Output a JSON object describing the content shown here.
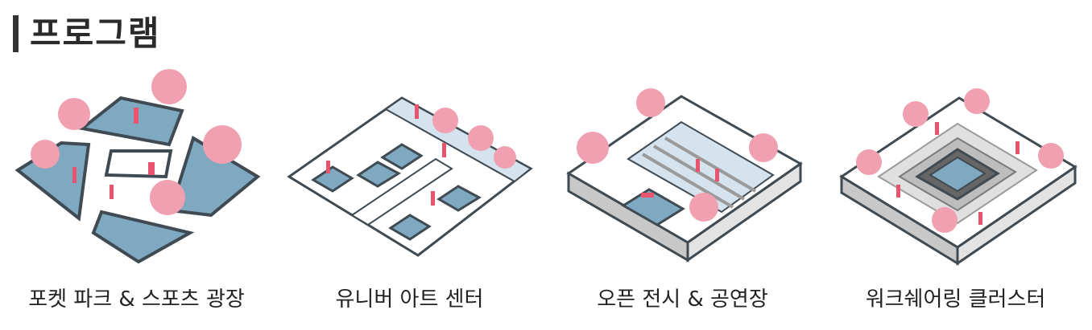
{
  "header": {
    "title": "프로그램"
  },
  "colors": {
    "accent_pink": "#e8546e",
    "tree_pink": "#f0a0b0",
    "water_blue": "#7fa9c0",
    "light_blue": "#d4e3ee",
    "outline": "#3f4a52",
    "gray_dark": "#666666",
    "gray_mid": "#9a9a9a",
    "gray_light": "#d0d0d0"
  },
  "panels": [
    {
      "caption": "포켓 파크 & 스포츠 광장"
    },
    {
      "caption": "유니버 아트 센터"
    },
    {
      "caption": "오픈 전시 & 공연장"
    },
    {
      "caption": "워크쉐어링 클러스터"
    }
  ]
}
